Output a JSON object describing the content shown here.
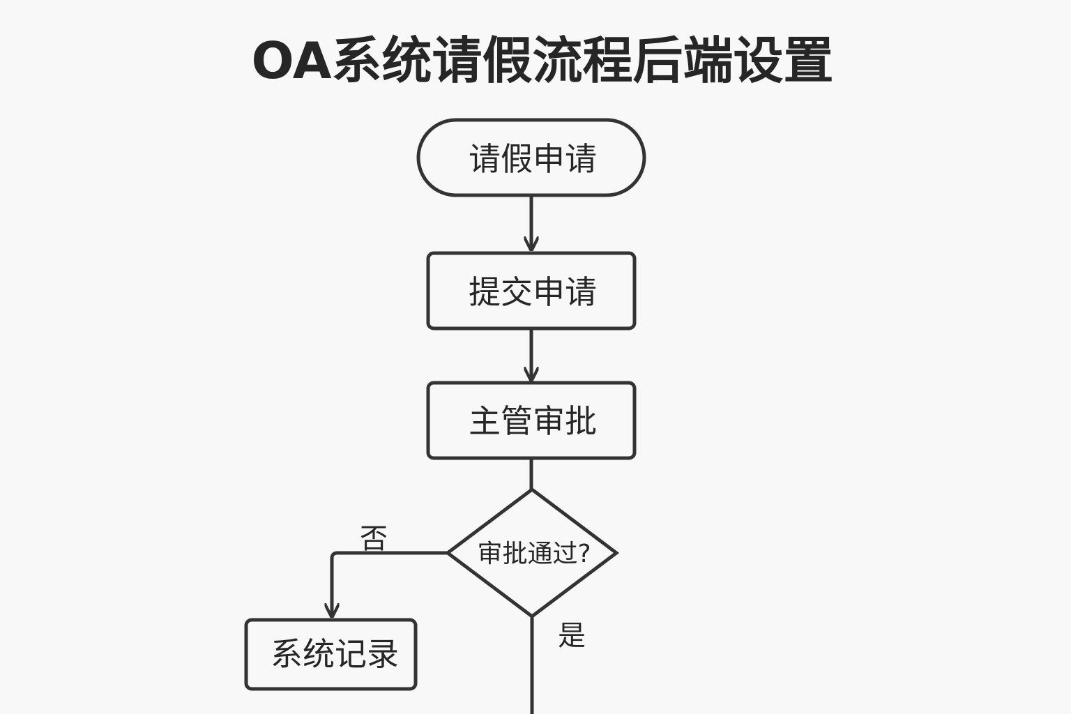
{
  "title": "OA系统请假流程后端设置",
  "nodes": {
    "start": "请假申请",
    "submit": "提交申请",
    "manager": "主管审批",
    "decision": "审批通过?",
    "record": "系统记录"
  },
  "edges": {
    "no_label": "否",
    "yes_label": "是"
  },
  "colors": {
    "stroke": "#333333",
    "text": "#262626",
    "background": "#f8f8f8"
  }
}
